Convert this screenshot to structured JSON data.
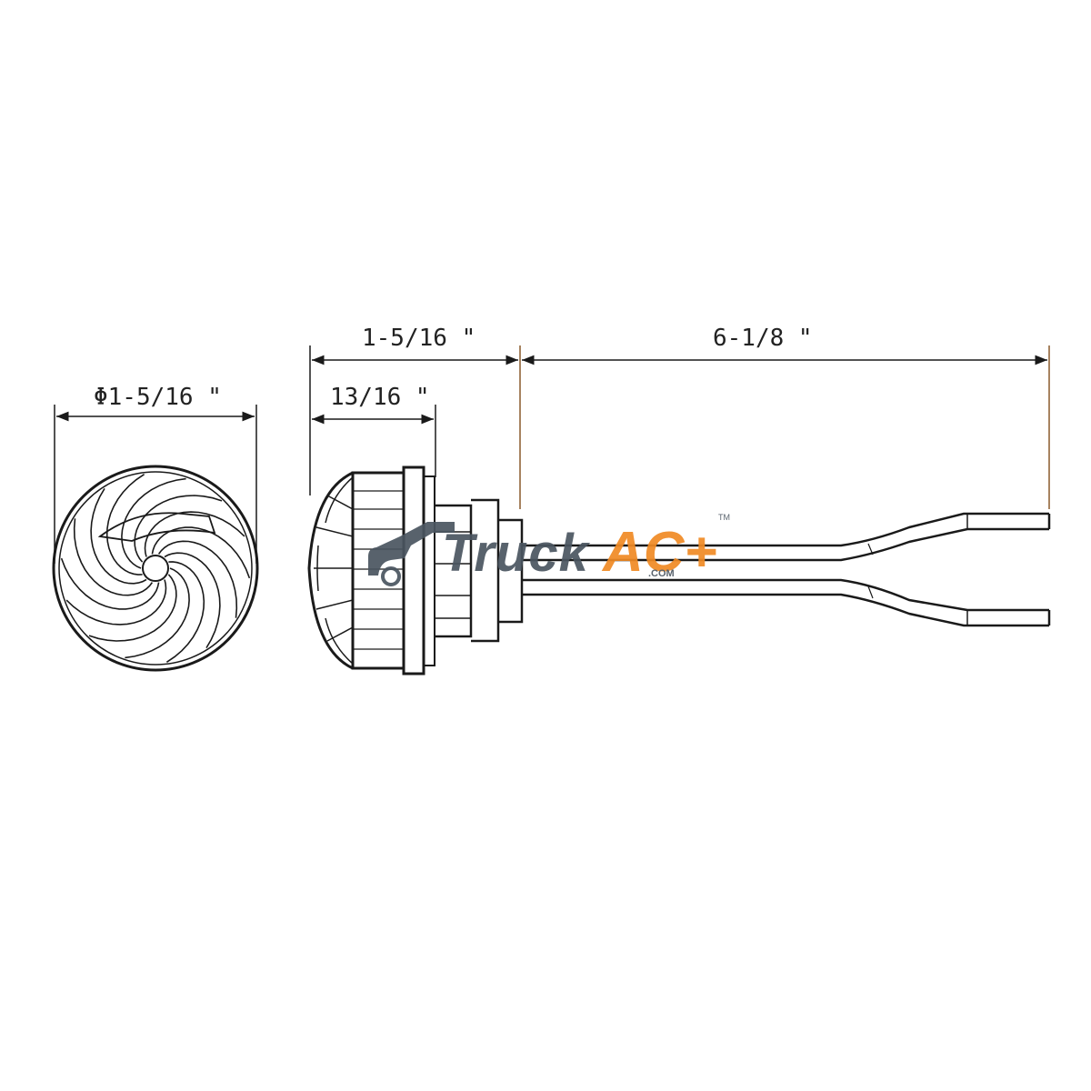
{
  "dimensions": {
    "diameter": "Φ1-5/16 \"",
    "overall_housing": "1-5/16 \"",
    "lens_depth": "13/16 \"",
    "lead_length": "6-1/8 \""
  },
  "watermark": {
    "word_truck": "Truck",
    "word_ac": "AC+",
    "domain": ".COM",
    "trademark": "TM"
  },
  "colors": {
    "ink": "#1a1a1a",
    "logo_gray": "#4a5560",
    "logo_orange": "#f08a24",
    "extension_line": "#8a5a2b"
  }
}
